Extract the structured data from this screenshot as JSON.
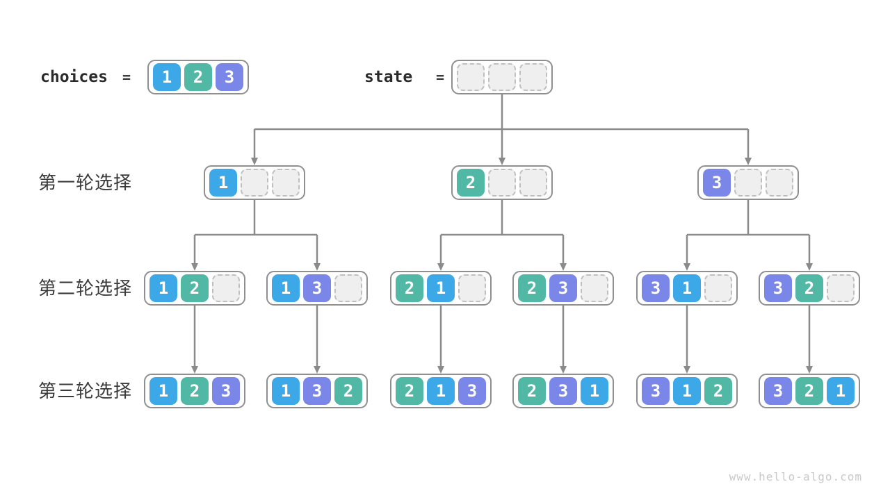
{
  "header": {
    "choices_label": "choices",
    "choices_equals": "=",
    "choices_values": [
      1,
      2,
      3
    ],
    "state_label": "state",
    "state_equals": "=",
    "state_values": [
      null,
      null,
      null
    ]
  },
  "rows": [
    {
      "label": "第一轮选择",
      "nodes": [
        [
          1,
          null,
          null
        ],
        [
          2,
          null,
          null
        ],
        [
          3,
          null,
          null
        ]
      ]
    },
    {
      "label": "第二轮选择",
      "nodes": [
        [
          1,
          2,
          null
        ],
        [
          1,
          3,
          null
        ],
        [
          2,
          1,
          null
        ],
        [
          2,
          3,
          null
        ],
        [
          3,
          1,
          null
        ],
        [
          3,
          2,
          null
        ]
      ]
    },
    {
      "label": "第三轮选择",
      "nodes": [
        [
          1,
          2,
          3
        ],
        [
          1,
          3,
          2
        ],
        [
          2,
          1,
          3
        ],
        [
          2,
          3,
          1
        ],
        [
          3,
          1,
          2
        ],
        [
          3,
          2,
          1
        ]
      ]
    }
  ],
  "watermark": "www.hello-algo.com",
  "colors": {
    "choice_1": "#3da8e8",
    "choice_2": "#50b8a5",
    "choice_3": "#7a87e8",
    "empty_fill": "#efefef",
    "empty_border": "#bfbfbf",
    "container_border": "#8f8f8f",
    "arrow": "#8a8a8a",
    "cell_text": "#ffffff"
  }
}
